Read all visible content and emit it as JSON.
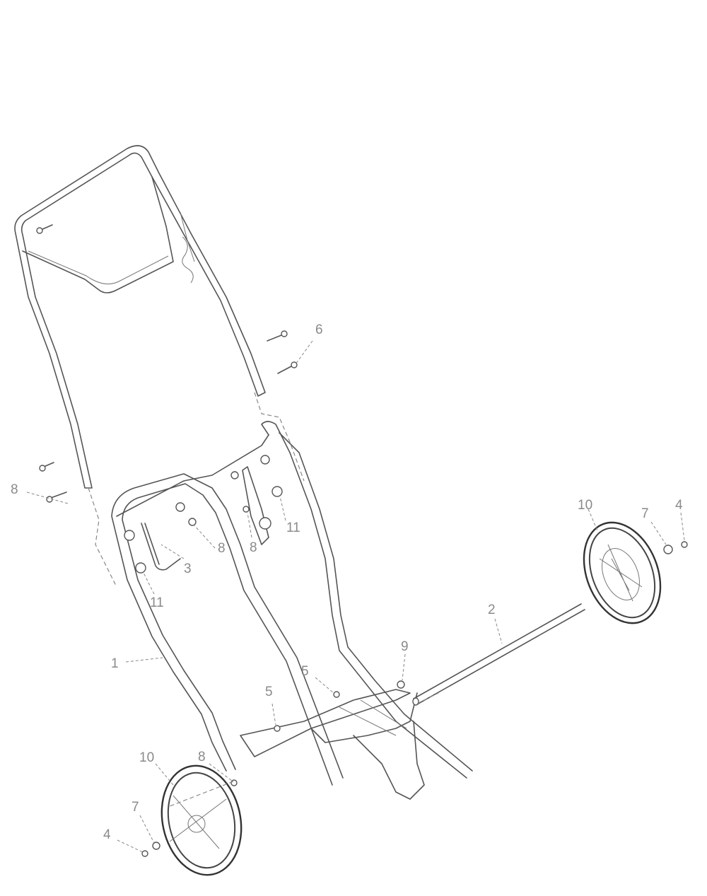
{
  "diagram": {
    "callouts": [
      {
        "id": "c-6",
        "label": "6"
      },
      {
        "id": "c-8-upper-left",
        "label": "8"
      },
      {
        "id": "c-8-latch",
        "label": "8"
      },
      {
        "id": "c-8-center",
        "label": "8"
      },
      {
        "id": "c-3",
        "label": "3"
      },
      {
        "id": "c-11-left",
        "label": "11"
      },
      {
        "id": "c-11-right",
        "label": "11"
      },
      {
        "id": "c-1",
        "label": "1"
      },
      {
        "id": "c-2",
        "label": "2"
      },
      {
        "id": "c-9",
        "label": "9"
      },
      {
        "id": "c-5-right",
        "label": "5"
      },
      {
        "id": "c-5-left",
        "label": "5"
      },
      {
        "id": "c-8-lower",
        "label": "8"
      },
      {
        "id": "c-10-left",
        "label": "10"
      },
      {
        "id": "c-10-right",
        "label": "10"
      },
      {
        "id": "c-7-left",
        "label": "7"
      },
      {
        "id": "c-7-right",
        "label": "7"
      },
      {
        "id": "c-4-left",
        "label": "4"
      },
      {
        "id": "c-4-right",
        "label": "4"
      }
    ]
  }
}
